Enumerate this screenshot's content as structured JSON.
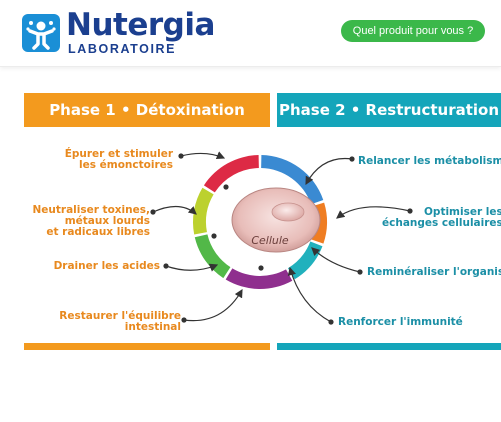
{
  "header": {
    "brand": "Nutergia",
    "brand_sub": "LABORATOIRE",
    "cta_label": "Quel produit pour vous ?"
  },
  "phases": {
    "phase1_title": "Phase 1 • Détoxination",
    "phase2_title": "Phase 2 • Restructuration"
  },
  "cell_label": "Cellule",
  "left_labels": [
    "Épurer et stimuler\nles émonctoires",
    "Neutraliser toxines,\nmétaux lourds\net radicaux libres",
    "Drainer les acides",
    "Restaurer l'équilibre\nintestinal"
  ],
  "right_labels": [
    "Relancer les métabolismes",
    "Optimiser les\néchanges cellulaires",
    "Reminéraliser l'organisme",
    "Renforcer l'immunité"
  ],
  "colors": {
    "brand_blue": "#1b3f8f",
    "cta_green": "#3bb84a",
    "phase1_orange": "#f39a1e",
    "phase2_teal": "#14a5ba",
    "ring_red": "#dd2a45",
    "ring_yellowgreen": "#bcd12e",
    "ring_green": "#52b848",
    "ring_purple": "#8f2f8e",
    "ring_blue": "#3a8ad2",
    "ring_orange": "#ef7d22",
    "ring_teal": "#21b1bd"
  }
}
